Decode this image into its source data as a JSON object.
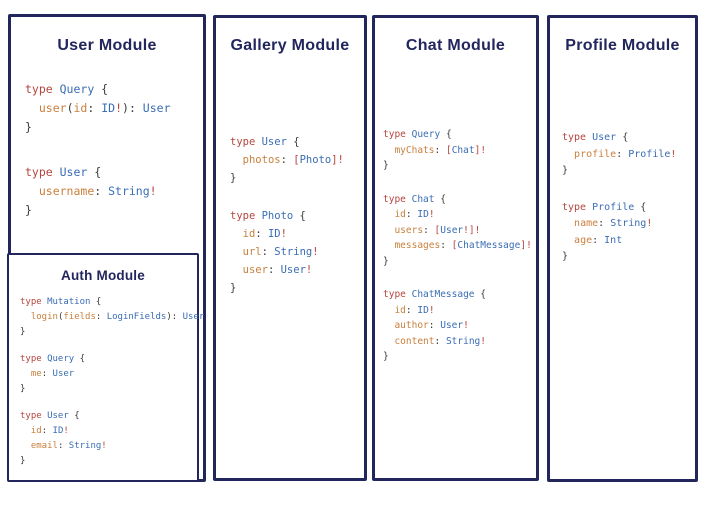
{
  "colors": {
    "navy": "#22265c",
    "keyword": "#b5453e",
    "type": "#3a6db4",
    "field": "#c9803e",
    "punct": "#3a3a3a"
  },
  "modules": [
    {
      "id": "user",
      "title": "User Module",
      "blocks": [
        [
          [
            [
              "type ",
              "k"
            ],
            [
              "Query",
              "t"
            ],
            [
              " {",
              "p"
            ]
          ],
          [
            [
              "  ",
              "p"
            ],
            [
              "user",
              "f"
            ],
            [
              "(",
              "p"
            ],
            [
              "id",
              "f"
            ],
            [
              ": ",
              "p"
            ],
            [
              "ID",
              "t"
            ],
            [
              "!",
              "b"
            ],
            [
              "): ",
              "p"
            ],
            [
              "User",
              "t"
            ]
          ],
          [
            [
              "}",
              "p"
            ]
          ]
        ],
        [
          [
            [
              "type ",
              "k"
            ],
            [
              "User",
              "t"
            ],
            [
              " {",
              "p"
            ]
          ],
          [
            [
              "  ",
              "p"
            ],
            [
              "username",
              "f"
            ],
            [
              ": ",
              "p"
            ],
            [
              "String",
              "t"
            ],
            [
              "!",
              "b"
            ]
          ],
          [
            [
              "}",
              "p"
            ]
          ]
        ]
      ]
    },
    {
      "id": "auth",
      "title": "Auth Module",
      "blocks": [
        [
          [
            [
              "type ",
              "k"
            ],
            [
              "Mutation",
              "t"
            ],
            [
              " {",
              "p"
            ]
          ],
          [
            [
              "  ",
              "p"
            ],
            [
              "login",
              "f"
            ],
            [
              "(",
              "p"
            ],
            [
              "fields",
              "f"
            ],
            [
              ": ",
              "p"
            ],
            [
              "LoginFields",
              "t"
            ],
            [
              "): ",
              "p"
            ],
            [
              "User",
              "t"
            ]
          ],
          [
            [
              "}",
              "p"
            ]
          ]
        ],
        [
          [
            [
              "type ",
              "k"
            ],
            [
              "Query",
              "t"
            ],
            [
              " {",
              "p"
            ]
          ],
          [
            [
              "  ",
              "p"
            ],
            [
              "me",
              "f"
            ],
            [
              ": ",
              "p"
            ],
            [
              "User",
              "t"
            ]
          ],
          [
            [
              "}",
              "p"
            ]
          ]
        ],
        [
          [
            [
              "type ",
              "k"
            ],
            [
              "User",
              "t"
            ],
            [
              " {",
              "p"
            ]
          ],
          [
            [
              "  ",
              "p"
            ],
            [
              "id",
              "f"
            ],
            [
              ": ",
              "p"
            ],
            [
              "ID",
              "t"
            ],
            [
              "!",
              "b"
            ]
          ],
          [
            [
              "  ",
              "p"
            ],
            [
              "email",
              "f"
            ],
            [
              ": ",
              "p"
            ],
            [
              "String",
              "t"
            ],
            [
              "!",
              "b"
            ]
          ],
          [
            [
              "}",
              "p"
            ]
          ]
        ]
      ]
    },
    {
      "id": "gallery",
      "title": "Gallery Module",
      "blocks": [
        [
          [
            [
              "type ",
              "k"
            ],
            [
              "User",
              "t"
            ],
            [
              " {",
              "p"
            ]
          ],
          [
            [
              "  ",
              "p"
            ],
            [
              "photos",
              "f"
            ],
            [
              ": ",
              "p"
            ],
            [
              "[",
              "b"
            ],
            [
              "Photo",
              "t"
            ],
            [
              "]",
              "b"
            ],
            [
              "!",
              "b"
            ]
          ],
          [
            [
              "}",
              "p"
            ]
          ]
        ],
        [
          [
            [
              "type ",
              "k"
            ],
            [
              "Photo",
              "t"
            ],
            [
              " {",
              "p"
            ]
          ],
          [
            [
              "  ",
              "p"
            ],
            [
              "id",
              "f"
            ],
            [
              ": ",
              "p"
            ],
            [
              "ID",
              "t"
            ],
            [
              "!",
              "b"
            ]
          ],
          [
            [
              "  ",
              "p"
            ],
            [
              "url",
              "f"
            ],
            [
              ": ",
              "p"
            ],
            [
              "String",
              "t"
            ],
            [
              "!",
              "b"
            ]
          ],
          [
            [
              "  ",
              "p"
            ],
            [
              "user",
              "f"
            ],
            [
              ": ",
              "p"
            ],
            [
              "User",
              "t"
            ],
            [
              "!",
              "b"
            ]
          ],
          [
            [
              "}",
              "p"
            ]
          ]
        ]
      ]
    },
    {
      "id": "chat",
      "title": "Chat Module",
      "blocks": [
        [
          [
            [
              "type ",
              "k"
            ],
            [
              "Query",
              "t"
            ],
            [
              " {",
              "p"
            ]
          ],
          [
            [
              "  ",
              "p"
            ],
            [
              "myChats",
              "f"
            ],
            [
              ": ",
              "p"
            ],
            [
              "[",
              "b"
            ],
            [
              "Chat",
              "t"
            ],
            [
              "]",
              "b"
            ],
            [
              "!",
              "b"
            ]
          ],
          [
            [
              "}",
              "p"
            ]
          ]
        ],
        [
          [
            [
              "type ",
              "k"
            ],
            [
              "Chat",
              "t"
            ],
            [
              " {",
              "p"
            ]
          ],
          [
            [
              "  ",
              "p"
            ],
            [
              "id",
              "f"
            ],
            [
              ": ",
              "p"
            ],
            [
              "ID",
              "t"
            ],
            [
              "!",
              "b"
            ]
          ],
          [
            [
              "  ",
              "p"
            ],
            [
              "users",
              "f"
            ],
            [
              ": ",
              "p"
            ],
            [
              "[",
              "b"
            ],
            [
              "User",
              "t"
            ],
            [
              "!",
              "b"
            ],
            [
              "]",
              "b"
            ],
            [
              "!",
              "b"
            ]
          ],
          [
            [
              "  ",
              "p"
            ],
            [
              "messages",
              "f"
            ],
            [
              ": ",
              "p"
            ],
            [
              "[",
              "b"
            ],
            [
              "ChatMessage",
              "t"
            ],
            [
              "]",
              "b"
            ],
            [
              "!",
              "b"
            ]
          ],
          [
            [
              "}",
              "p"
            ]
          ]
        ],
        [
          [
            [
              "type ",
              "k"
            ],
            [
              "ChatMessage",
              "t"
            ],
            [
              " {",
              "p"
            ]
          ],
          [
            [
              "  ",
              "p"
            ],
            [
              "id",
              "f"
            ],
            [
              ": ",
              "p"
            ],
            [
              "ID",
              "t"
            ],
            [
              "!",
              "b"
            ]
          ],
          [
            [
              "  ",
              "p"
            ],
            [
              "author",
              "f"
            ],
            [
              ": ",
              "p"
            ],
            [
              "User",
              "t"
            ],
            [
              "!",
              "b"
            ]
          ],
          [
            [
              "  ",
              "p"
            ],
            [
              "content",
              "f"
            ],
            [
              ": ",
              "p"
            ],
            [
              "String",
              "t"
            ],
            [
              "!",
              "b"
            ]
          ],
          [
            [
              "}",
              "p"
            ]
          ]
        ]
      ]
    },
    {
      "id": "profile",
      "title": "Profile Module",
      "blocks": [
        [
          [
            [
              "type ",
              "k"
            ],
            [
              "User",
              "t"
            ],
            [
              " {",
              "p"
            ]
          ],
          [
            [
              "  ",
              "p"
            ],
            [
              "profile",
              "f"
            ],
            [
              ": ",
              "p"
            ],
            [
              "Profile",
              "t"
            ],
            [
              "!",
              "b"
            ]
          ],
          [
            [
              "}",
              "p"
            ]
          ]
        ],
        [
          [
            [
              "type ",
              "k"
            ],
            [
              "Profile",
              "t"
            ],
            [
              " {",
              "p"
            ]
          ],
          [
            [
              "  ",
              "p"
            ],
            [
              "name",
              "f"
            ],
            [
              ": ",
              "p"
            ],
            [
              "String",
              "t"
            ],
            [
              "!",
              "b"
            ]
          ],
          [
            [
              "  ",
              "p"
            ],
            [
              "age",
              "f"
            ],
            [
              ": ",
              "p"
            ],
            [
              "Int",
              "t"
            ]
          ],
          [
            [
              "}",
              "p"
            ]
          ]
        ]
      ]
    }
  ]
}
